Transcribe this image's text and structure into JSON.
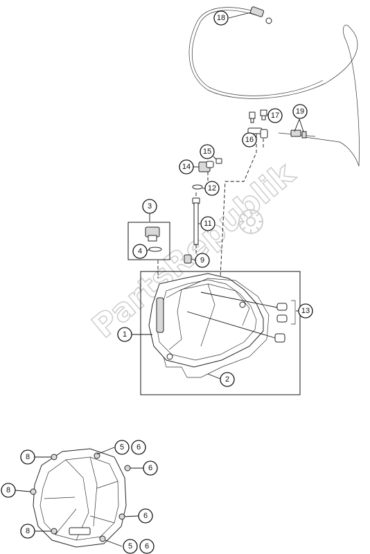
{
  "watermark": {
    "text": "PartsRepublik",
    "color": "#cfcfcf"
  },
  "callouts": {
    "c1": "1",
    "c2": "2",
    "c3": "3",
    "c4": "4",
    "c9": "9",
    "c11": "11",
    "c12": "12",
    "c13": "13",
    "c14": "14",
    "c15": "15",
    "c16": "16",
    "c17": "17",
    "c18": "18",
    "c19": "19",
    "b5a": "5",
    "b6a": "6",
    "b8a": "8",
    "b6b": "6",
    "b8b": "8",
    "b6c": "6",
    "b8c": "8",
    "b5b": "5",
    "b6d": "6"
  }
}
